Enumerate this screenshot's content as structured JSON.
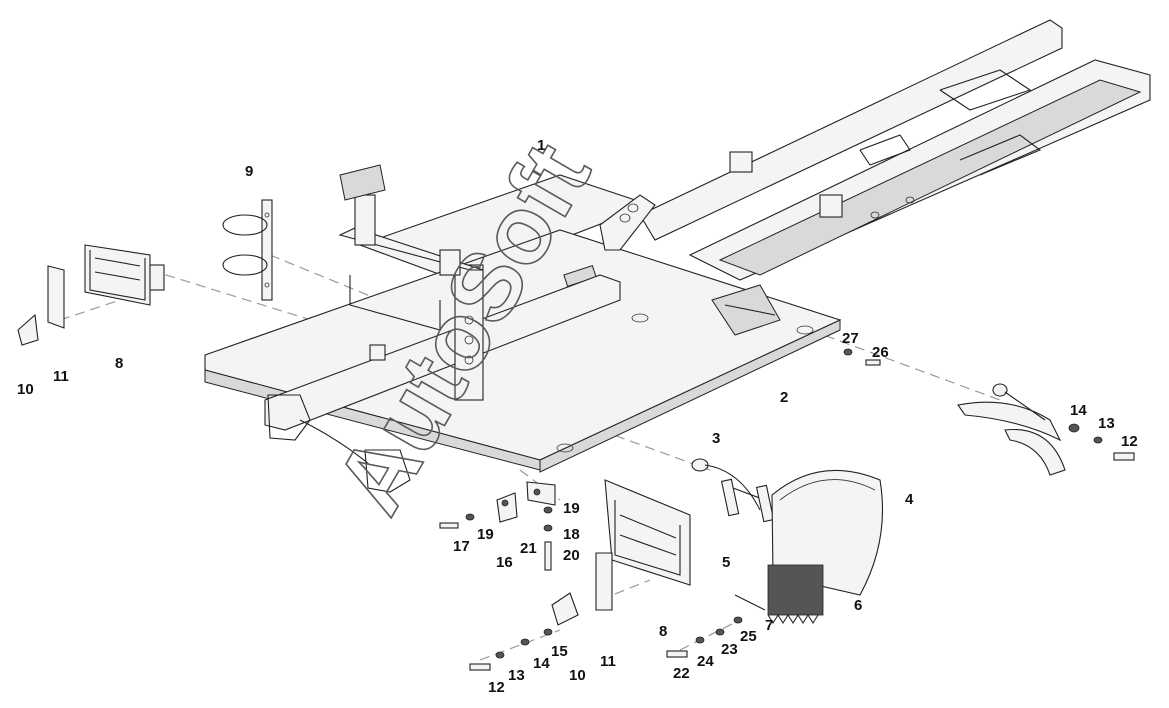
{
  "watermark": "AutoSoft",
  "labels": [
    "1",
    "2",
    "3",
    "4",
    "5",
    "6",
    "7",
    "8",
    "9",
    "10",
    "11",
    "12",
    "13",
    "14",
    "15",
    "16",
    "17",
    "18",
    "19",
    "20",
    "21",
    "22",
    "23",
    "24",
    "25",
    "26",
    "27",
    "8",
    "10",
    "11",
    "12",
    "13",
    "14",
    "19"
  ],
  "callouts": {
    "c1": "1",
    "c2": "2",
    "c3": "3",
    "c4": "4",
    "c5": "5",
    "c6": "6",
    "c7": "7",
    "c8a": "8",
    "c8b": "8",
    "c9": "9",
    "c10a": "10",
    "c10b": "10",
    "c11a": "11",
    "c11b": "11",
    "c12a": "12",
    "c12b": "12",
    "c13a": "13",
    "c13b": "13",
    "c14a": "14",
    "c14b": "14",
    "c15": "15",
    "c16": "16",
    "c17": "17",
    "c18": "18",
    "c19a": "19",
    "c19b": "19",
    "c20": "20",
    "c21": "21",
    "c22": "22",
    "c23": "23",
    "c24": "24",
    "c25": "25",
    "c26": "26",
    "c27": "27"
  }
}
